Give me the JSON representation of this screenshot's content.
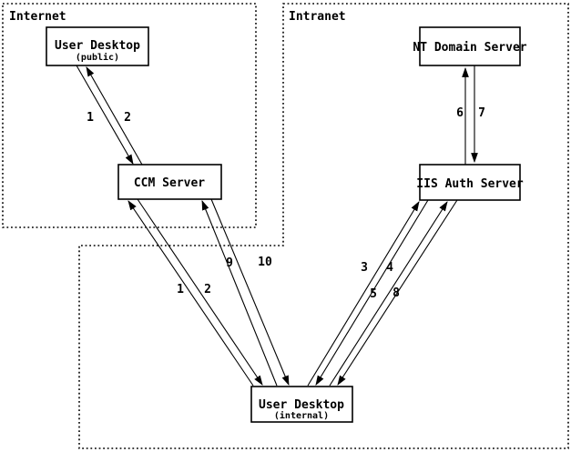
{
  "colors": {
    "background": "#ffffff",
    "ink": "#000000"
  },
  "zones": [
    {
      "label": "Internet"
    },
    {
      "label": "Intranet"
    }
  ],
  "nodes": {
    "user_desktop_public": {
      "label": "User Desktop",
      "sublabel": "(public)"
    },
    "ccm_server": {
      "label": "CCM Server"
    },
    "nt_domain_server": {
      "label": "NT Domain Server"
    },
    "iis_auth_server": {
      "label": "IIS Auth Server"
    },
    "user_desktop_internal": {
      "label": "User Desktop",
      "sublabel": "(internal)"
    }
  },
  "edges": [
    {
      "label": "1",
      "from": "User Desktop (public)",
      "to": "CCM Server"
    },
    {
      "label": "2",
      "from": "CCM Server",
      "to": "User Desktop (public)"
    },
    {
      "label": "1",
      "from": "User Desktop (internal)",
      "to": "CCM Server"
    },
    {
      "label": "2",
      "from": "CCM Server",
      "to": "User Desktop (internal)"
    },
    {
      "label": "9",
      "from": "User Desktop (internal)",
      "to": "CCM Server"
    },
    {
      "label": "10",
      "from": "CCM Server",
      "to": "User Desktop (internal)"
    },
    {
      "label": "3",
      "from": "User Desktop (internal)",
      "to": "IIS Auth Server"
    },
    {
      "label": "4",
      "from": "IIS Auth Server",
      "to": "User Desktop (internal)"
    },
    {
      "label": "5",
      "from": "User Desktop (internal)",
      "to": "IIS Auth Server"
    },
    {
      "label": "8",
      "from": "IIS Auth Server",
      "to": "User Desktop (internal)"
    },
    {
      "label": "6",
      "from": "IIS Auth Server",
      "to": "NT Domain Server"
    },
    {
      "label": "7",
      "from": "NT Domain Server",
      "to": "IIS Auth Server"
    }
  ]
}
